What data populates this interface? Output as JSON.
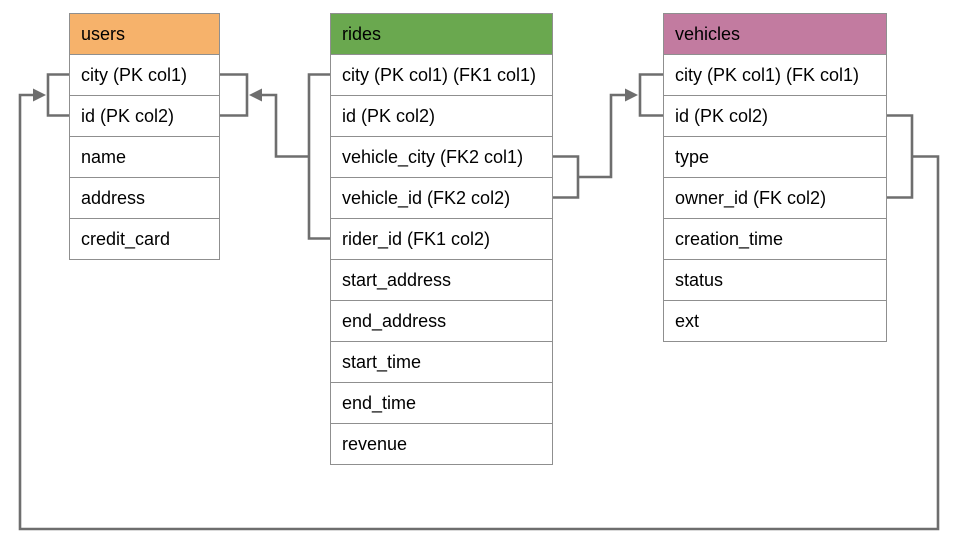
{
  "diagram": {
    "title": "database-schema-diagram",
    "background_color": "#ffffff",
    "connector_color": "#6e6e6e",
    "table_border_color": "#8f8f8f",
    "tables": [
      {
        "name": "users",
        "header_color": "#f6b26b",
        "columns": [
          "city (PK col1)",
          "id (PK col2)",
          "name",
          "address",
          "credit_card"
        ]
      },
      {
        "name": "rides",
        "header_color": "#6aa84f",
        "columns": [
          "city (PK col1) (FK1 col1)",
          "id (PK col2)",
          "vehicle_city (FK2 col1)",
          "vehicle_id (FK2 col2)",
          "rider_id (FK1 col2)",
          "start_address",
          "end_address",
          "start_time",
          "end_time",
          "revenue"
        ]
      },
      {
        "name": "vehicles",
        "header_color": "#c27ba0",
        "columns": [
          "city (PK col1) (FK col1)",
          "id (PK col2)",
          "type",
          "owner_id (FK col2)",
          "creation_time",
          "status",
          "ext"
        ]
      }
    ],
    "relationships": [
      {
        "name": "FK1",
        "from_table": "rides",
        "from_rows": [
          "city (PK col1) (FK1 col1)",
          "rider_id (FK1 col2)"
        ],
        "to_table": "users",
        "to_rows": [
          "city (PK col1)",
          "id (PK col2)"
        ]
      },
      {
        "name": "FK2",
        "from_table": "rides",
        "from_rows": [
          "vehicle_city (FK2 col1)",
          "vehicle_id (FK2 col2)"
        ],
        "to_table": "vehicles",
        "to_rows": [
          "city (PK col1) (FK col1)",
          "id (PK col2)"
        ]
      },
      {
        "name": "FK",
        "from_table": "vehicles",
        "from_rows": [
          "id (PK col2)",
          "owner_id (FK col2)"
        ],
        "to_table": "users",
        "to_rows": [
          "city (PK col1)",
          "id (PK col2)"
        ]
      }
    ]
  }
}
